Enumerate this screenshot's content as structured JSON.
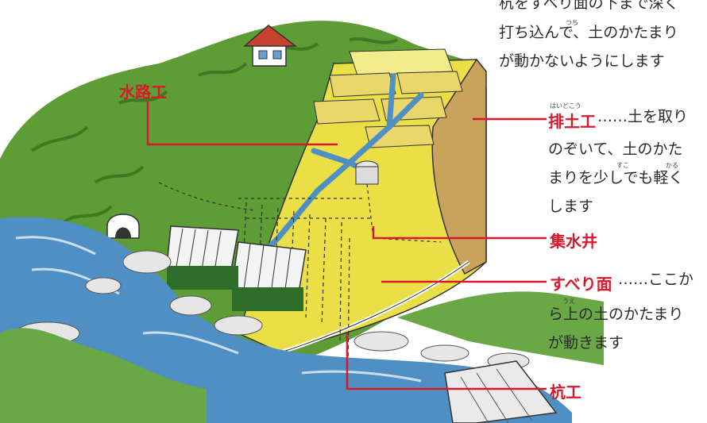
{
  "labels": {
    "suirokou": "水路工",
    "haidokou": "排土工",
    "shuusuisei": "集水井",
    "suberimen": "すべり面",
    "kuikou": "杭工"
  },
  "furigana": {
    "haidokou": "はいどこう",
    "tsuchi": "つち",
    "sukoshi": "すこ",
    "karuku": "かる",
    "ue": "うえ"
  },
  "descriptions": {
    "kui_lines": [
      "杭をすべり面の下まで深く",
      "打ち込んで、土のかたまり",
      "が動かないようにします"
    ],
    "haidokou_lines": [
      "……土を取り",
      "のぞいて、土のかた",
      "まりを少しでも軽く",
      "します"
    ],
    "suberimen_lines": [
      "……ここか",
      "ら上の土のかたまり",
      "が動きます"
    ]
  },
  "colors": {
    "accent_red": "#d7192c",
    "forest_green": "#5e9c35",
    "soil_yellow": "#eadf46",
    "river_blue": "#4f8fc4"
  }
}
